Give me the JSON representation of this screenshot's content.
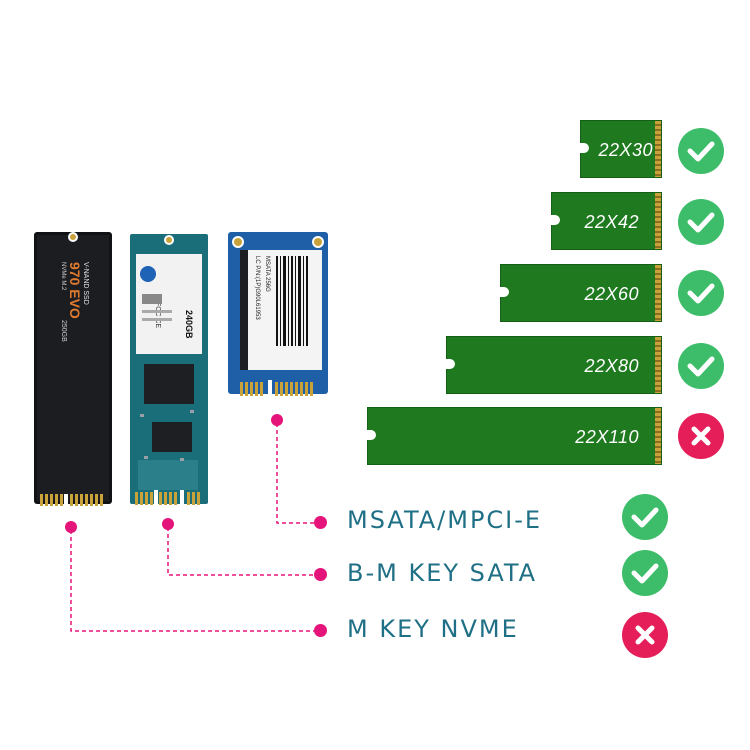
{
  "sizes": [
    {
      "label": "22X30",
      "supported": true
    },
    {
      "label": "22X42",
      "supported": true
    },
    {
      "label": "22X60",
      "supported": true
    },
    {
      "label": "22X80",
      "supported": true
    },
    {
      "label": "22X110",
      "supported": false
    }
  ],
  "interfaces": [
    {
      "label": "MSATA/MPCI-E",
      "supported": true
    },
    {
      "label": "B-M KEY SATA",
      "supported": true
    },
    {
      "label": "M KEY NVME",
      "supported": false
    }
  ],
  "cards": {
    "nvme": {
      "brand_line": "V-NAND SSD",
      "model": "970 EVO",
      "sub": "NVMe M.2",
      "capacity": "250GB"
    },
    "sata": {
      "capacity": "240GB",
      "cert": "FCC CE"
    },
    "msata": {
      "text": "MSATA 256G",
      "serial": "LC P/N:(1P)G90L61953"
    }
  },
  "colors": {
    "bar_green": "#1f7a1f",
    "ok_green": "#3dbd6a",
    "no_red": "#e51e5a",
    "label_teal": "#1f6f86",
    "leader_pink": "#e5147a"
  }
}
